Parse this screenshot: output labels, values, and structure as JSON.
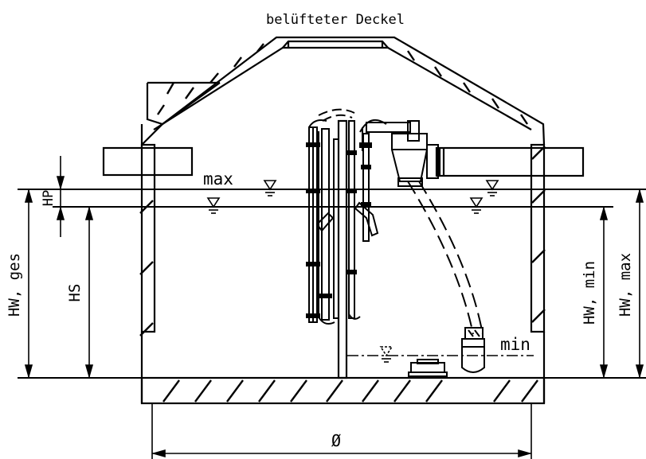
{
  "title": "belüfteter Deckel",
  "labels": {
    "max": "max",
    "min": "min",
    "hp": "HP",
    "hs": "HS",
    "hw_ges": "HW, ges",
    "hw_min": "HW, min",
    "hw_max": "HW, max",
    "diameter": "Ø"
  },
  "colors": {
    "stroke": "#000000",
    "background": "#ffffff"
  }
}
